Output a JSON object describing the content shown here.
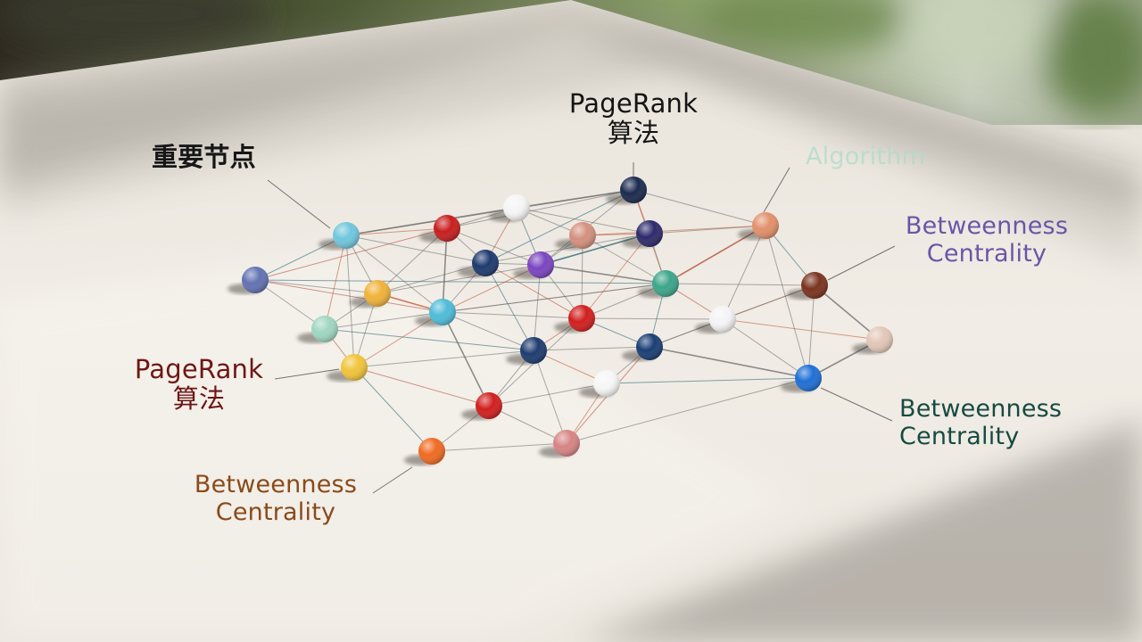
{
  "labels": {
    "important_nodes": "重要节点",
    "pagerank_top": {
      "line1": "PageRank",
      "line2": "算法"
    },
    "algorithm": "Algorithm",
    "betweenness_purple": {
      "line1": "Betweenness",
      "line2": "Centrality"
    },
    "pagerank_left": {
      "line1": "PageRank",
      "line2": "算法"
    },
    "betweenness_teal": {
      "line1": "Betweenness",
      "line2": "Centrality"
    },
    "betweenness_brown": {
      "line1": "Betweenness",
      "line2": "Centrality"
    }
  },
  "colors": {
    "table_surface": "#f2eee7",
    "shadow": "#6f6a63",
    "wall": "#3a3a2e",
    "foliage": "#6f8a4f",
    "thread": "#6a6a6a",
    "label_dark": "#161616",
    "label_purple": "#6b55a8",
    "label_maroon": "#6e1616",
    "label_teal": "#164a42",
    "label_brown": "#8a4a1a",
    "label_mint": "#aedcc8"
  },
  "nodes": [
    {
      "name": "navy-top",
      "color": "#1b2a4e"
    },
    {
      "name": "white-top",
      "color": "#f5f5f5"
    },
    {
      "name": "red-top",
      "color": "#c81e1e"
    },
    {
      "name": "sky-top",
      "color": "#6fc7dc"
    },
    {
      "name": "peach",
      "color": "#e2906b"
    },
    {
      "name": "salmon",
      "color": "#d4907e"
    },
    {
      "name": "indigo",
      "color": "#2d2a6b"
    },
    {
      "name": "navy-mid",
      "color": "#1e3a6e"
    },
    {
      "name": "purple",
      "color": "#7a45c0"
    },
    {
      "name": "slate-blue",
      "color": "#6272b2"
    },
    {
      "name": "gold-top",
      "color": "#f0b23a"
    },
    {
      "name": "teal-green",
      "color": "#3ca58a"
    },
    {
      "name": "brown",
      "color": "#7a331e"
    },
    {
      "name": "mint",
      "color": "#9fd6c2"
    },
    {
      "name": "sky-mid",
      "color": "#4fbcd8"
    },
    {
      "name": "red-mid",
      "color": "#d21e1e"
    },
    {
      "name": "white-mid",
      "color": "#f4f4f6"
    },
    {
      "name": "beige",
      "color": "#e3c7b8"
    },
    {
      "name": "gold-low",
      "color": "#f0c43a"
    },
    {
      "name": "navy-low",
      "color": "#1e3c6e"
    },
    {
      "name": "navy-low2",
      "color": "#1a3e74"
    },
    {
      "name": "white-low",
      "color": "#f6f6f6"
    },
    {
      "name": "blue",
      "color": "#1e6fd6"
    },
    {
      "name": "red-low",
      "color": "#d21e1e"
    },
    {
      "name": "rose",
      "color": "#d78484"
    },
    {
      "name": "orange",
      "color": "#f06a22"
    }
  ],
  "edges": [
    [
      0,
      1
    ],
    [
      0,
      3
    ],
    [
      0,
      4
    ],
    [
      0,
      6
    ],
    [
      0,
      7
    ],
    [
      0,
      8
    ],
    [
      0,
      11
    ],
    [
      0,
      2
    ],
    [
      1,
      2
    ],
    [
      1,
      3
    ],
    [
      1,
      5
    ],
    [
      1,
      7
    ],
    [
      1,
      8
    ],
    [
      1,
      6
    ],
    [
      2,
      3
    ],
    [
      2,
      7
    ],
    [
      2,
      8
    ],
    [
      2,
      10
    ],
    [
      2,
      14
    ],
    [
      2,
      9
    ],
    [
      3,
      9
    ],
    [
      3,
      10
    ],
    [
      3,
      13
    ],
    [
      3,
      14
    ],
    [
      3,
      7
    ],
    [
      3,
      18
    ],
    [
      4,
      6
    ],
    [
      4,
      11
    ],
    [
      4,
      12
    ],
    [
      4,
      16
    ],
    [
      4,
      5
    ],
    [
      4,
      22
    ],
    [
      5,
      8
    ],
    [
      5,
      11
    ],
    [
      5,
      15
    ],
    [
      5,
      6
    ],
    [
      6,
      8
    ],
    [
      6,
      11
    ],
    [
      6,
      15
    ],
    [
      6,
      7
    ],
    [
      7,
      8
    ],
    [
      7,
      10
    ],
    [
      7,
      14
    ],
    [
      7,
      15
    ],
    [
      7,
      19
    ],
    [
      8,
      11
    ],
    [
      8,
      14
    ],
    [
      8,
      15
    ],
    [
      8,
      19
    ],
    [
      9,
      10
    ],
    [
      9,
      13
    ],
    [
      9,
      14
    ],
    [
      9,
      11
    ],
    [
      10,
      13
    ],
    [
      10,
      14
    ],
    [
      10,
      18
    ],
    [
      10,
      8
    ],
    [
      11,
      12
    ],
    [
      11,
      15
    ],
    [
      11,
      16
    ],
    [
      11,
      20
    ],
    [
      11,
      14
    ],
    [
      12,
      16
    ],
    [
      12,
      17
    ],
    [
      12,
      22
    ],
    [
      12,
      20
    ],
    [
      13,
      14
    ],
    [
      13,
      18
    ],
    [
      13,
      19
    ],
    [
      14,
      15
    ],
    [
      14,
      18
    ],
    [
      14,
      19
    ],
    [
      14,
      23
    ],
    [
      14,
      11
    ],
    [
      15,
      16
    ],
    [
      15,
      19
    ],
    [
      15,
      20
    ],
    [
      15,
      23
    ],
    [
      16,
      17
    ],
    [
      16,
      20
    ],
    [
      16,
      22
    ],
    [
      17,
      22
    ],
    [
      18,
      19
    ],
    [
      18,
      23
    ],
    [
      18,
      25
    ],
    [
      19,
      20
    ],
    [
      19,
      21
    ],
    [
      19,
      23
    ],
    [
      19,
      24
    ],
    [
      20,
      21
    ],
    [
      20,
      22
    ],
    [
      20,
      24
    ],
    [
      21,
      22
    ],
    [
      21,
      23
    ],
    [
      21,
      24
    ],
    [
      22,
      24
    ],
    [
      23,
      24
    ],
    [
      23,
      25
    ],
    [
      24,
      25
    ]
  ],
  "leaders": [
    "important_nodes",
    "pagerank_top",
    "algorithm",
    "betweenness_purple",
    "pagerank_left",
    "betweenness_teal",
    "betweenness_brown"
  ]
}
